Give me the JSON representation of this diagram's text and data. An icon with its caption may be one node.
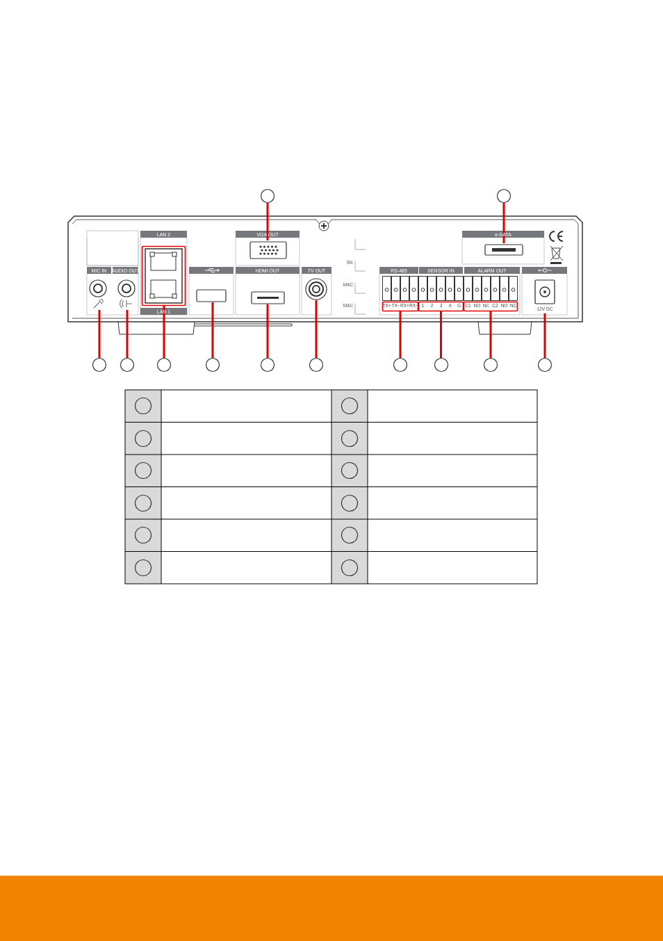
{
  "diagram": {
    "nodes": [
      {
        "text": [],
        "shape": "circle"
      },
      {
        "text": [],
        "shape": "circle"
      },
      {
        "text": [],
        "shape": "circle"
      },
      {
        "text": [],
        "shape": "circle"
      },
      {
        "text": [],
        "shape": "circle"
      },
      {
        "text": [],
        "shape": "circle"
      },
      {
        "text": [],
        "shape": "circle"
      },
      {
        "text": [],
        "shape": "circle"
      },
      {
        "text": [],
        "shape": "circle"
      },
      {
        "text": [],
        "shape": "circle"
      },
      {
        "text": [],
        "shape": "circle"
      },
      {
        "text": [],
        "shape": "circle"
      },
      {
        "text": [],
        "shape": "box"
      },
      {
        "text": [],
        "shape": "box"
      },
      {
        "text": [],
        "shape": "circle"
      },
      {
        "text": [],
        "shape": "circle"
      },
      {
        "text": [],
        "shape": "box"
      },
      {
        "text": [],
        "shape": "box"
      },
      {
        "text": [],
        "shape": "box"
      },
      {
        "text": [],
        "shape": "circle"
      },
      {
        "text": [
          "TX+",
          "TX−",
          "RX+",
          "RX−"
        ]
      },
      {
        "text": [
          "1",
          "2",
          "3",
          "4",
          "G"
        ]
      },
      {
        "text": [
          "C1",
          "NO",
          "NC",
          "C2",
          "NO",
          "NC"
        ]
      },
      {
        "text": [
          "12V DC"
        ]
      },
      {
        "text": [],
        "shape": "circle"
      },
      {
        "text": [],
        "shape": "circle"
      },
      {
        "text": [],
        "shape": "circle"
      },
      {
        "text": [],
        "shape": "circle"
      },
      {
        "text": [],
        "shape": "circle"
      },
      {
        "text": [],
        "shape": "circle"
      },
      {
        "text": [],
        "shape": "circle"
      },
      {
        "text": [],
        "shape": "circle"
      },
      {
        "text": [],
        "shape": "circle"
      },
      {
        "text": [],
        "shape": "circle"
      },
      {
        "text": [],
        "shape": "circle"
      },
      {
        "text": [],
        "shape": "circle"
      }
    ],
    "edges": [
      {
        "from": 0,
        "to": 12,
        "arrow": "none"
      },
      {
        "from": 1,
        "to": 13,
        "arrow": "none"
      },
      {
        "from": 2,
        "to": 14,
        "arrow": "none"
      },
      {
        "from": 3,
        "to": 15,
        "arrow": "none"
      },
      {
        "from": 4,
        "to": 16,
        "arrow": "none"
      },
      {
        "from": 5,
        "to": 17,
        "arrow": "none"
      },
      {
        "from": 6,
        "to": 18,
        "arrow": "none"
      },
      {
        "from": 7,
        "to": 19,
        "arrow": "none"
      },
      {
        "from": 8,
        "to": 20,
        "arrow": "none"
      },
      {
        "from": 9,
        "to": 21,
        "arrow": "none"
      },
      {
        "from": 10,
        "to": 22,
        "arrow": "none"
      },
      {
        "from": 11,
        "to": 23,
        "arrow": "none"
      }
    ],
    "labels": [
      "LAN 2",
      "VGA OUT",
      "e-SATA",
      "SN",
      "MIC IN",
      "AUDIO OUT",
      "HDMI OUT",
      "TV OUT",
      "RS-485",
      "SENSOR IN",
      "ALARM OUT",
      "MAC",
      "MAC",
      "LAN 1"
    ]
  }
}
